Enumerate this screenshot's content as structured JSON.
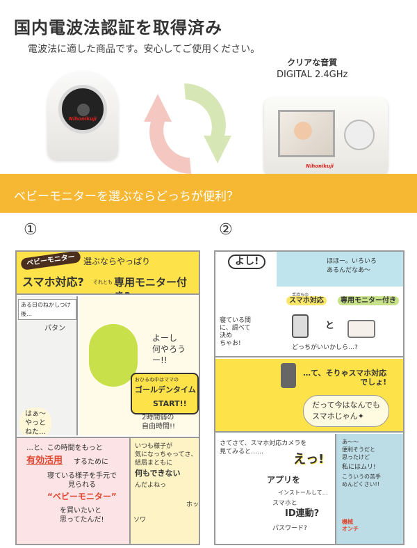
{
  "header": {
    "title": "国内電波法認証を取得済み",
    "subtitle": "電波法に適した商品です。安心してご使用ください。"
  },
  "products": {
    "brand": "Nihonikuji",
    "audio_line1": "クリアな音質",
    "audio_line2": "DIGITAL 2.4GHz"
  },
  "banner": {
    "text": "ベビーモニターを選ぶならどっちが便利？",
    "color": "#f6b733"
  },
  "comic1": {
    "number": "①",
    "tag": "ベビーモニター",
    "lead": "選ぶならやっぱり",
    "q1": "スマホ対応?",
    "or": "それとも",
    "q2": "専用モニター付き?",
    "caption": "ある日のねかしつけ後…",
    "sfx": "パタン",
    "sigh": "はぁ～\nやっと\nねた…",
    "shout": "よーし\n何やろうー!!",
    "golden_pre": "おひるね中はママの",
    "golden": "ゴールデンタイム",
    "start": "START!!",
    "free": "2時間弱の\n自由時間!!",
    "p3a": "…と、この時間をもっと",
    "p3b": "有効活用",
    "p3c": "するために",
    "p3d": "寝ている様子を手元で\n見られる",
    "p3e": "“ベビーモニター”",
    "p3f": "を買いたいと\n思ってたんだ!",
    "p4a": "いつも様子が\n気になっちゃってさ、\n結局まともに",
    "p4b": "何もできない",
    "p4c": "んだよねっ",
    "sfx2": "ソワ",
    "sfx3": "ホッ"
  },
  "comic2": {
    "number": "②",
    "yoshi": "よし!",
    "plan": "寝ている間\nに、調べて\n決め\nちゃお!",
    "browse": "ほほー。いろいろ\nあるんだなあ～",
    "opt_pre": "手持ちの",
    "opt1": "スマホ対応",
    "and": "と",
    "opt2": "専用モニター付き",
    "which": "どっちがいいかしら…?",
    "obvious": "…て、そりゃスマホ対応\nでしょ!",
    "bubble": "だって今はなんでも\nスマホじゃん✦",
    "look": "さてさて、スマホ対応カメラを\n見てみると……",
    "eh": "えっ!",
    "app1": "アプリを",
    "app2": "インストールして…",
    "app3": "スマホと",
    "app4": "ID連動?",
    "app5": "パスワード?",
    "muri_a": "あ～～\n便利そうだと\n思ったけど",
    "muri_b": "私にはムリ!",
    "muri_c": "こういうの苦手\nめんどくさい!!",
    "techno": "機械\nオンチ"
  }
}
